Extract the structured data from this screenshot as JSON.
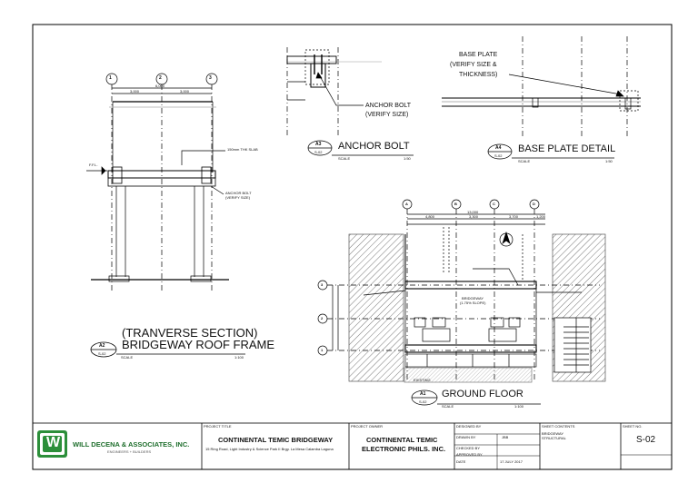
{
  "section_a2": {
    "title_line1": "(TRANVERSE SECTION)",
    "title_line2": "BRIDGEWAY ROOF FRAME",
    "tag": "A2",
    "sheet": "S-02",
    "scale_label": "SCALE",
    "scale": "1:100",
    "grid_labels": [
      "1",
      "2",
      "3"
    ],
    "dim_top": "6,000",
    "dim_left": "3,000",
    "dim_right": "3,000",
    "ffl_label": "F.F.L.",
    "slab_note": "150mm THK SLAB",
    "anchor_note_1": "ANCHOR BOLT",
    "anchor_note_2": "(VERIFY SIZE)"
  },
  "detail_a3": {
    "title": "ANCHOR BOLT",
    "tag": "A3",
    "sheet": "S-02",
    "scale_label": "SCALE",
    "scale": "1:50",
    "note_1": "ANCHOR BOLT",
    "note_2": "(VERIFY SIZE)"
  },
  "detail_a4": {
    "title": "BASE PLATE DETAIL",
    "tag": "A4",
    "sheet": "S-02",
    "scale_label": "SCALE",
    "scale": "1:50",
    "note_1": "BASE PLATE",
    "note_2": "(VERIFY SIZE &",
    "note_3": "THICKNESS)"
  },
  "plan_a1": {
    "title": "GROUND FLOOR",
    "tag": "A1",
    "sheet": "S-02",
    "scale_label": "SCALE",
    "scale": "1:100",
    "col_labels": [
      "A",
      "B",
      "C",
      "D"
    ],
    "row_labels": [
      "3",
      "2",
      "1"
    ],
    "dim_total": "13,000",
    "dims": [
      "4,800",
      "3,300",
      "3,700",
      "1,200"
    ],
    "label_bridgeway": "BRIDGEWAY",
    "label_slope": "(1.75% SLOPE)",
    "label_existing": "EXISTING"
  },
  "title_block": {
    "logo_letters": "W",
    "company_name": "WILL DECENA & ASSOCIATES, INC.",
    "company_tagline": "ENGINEERS + BUILDERS",
    "project_title_label": "PROJECT TITLE",
    "project_title": "CONTINENTAL TEMIC BRIDGEWAY",
    "project_address": "15 Ring Road, Light Industry & Science Park II Brgy. La Mesa Calamba Laguna",
    "owner_label": "PROJECT OWNER",
    "owner_line1": "CONTINENTAL TEMIC",
    "owner_line2": "ELECTRONIC PHILS. INC.",
    "designed_by_label": "DESIGNED BY",
    "drawn_by_label": "DRAWN BY",
    "drawn_by": "JBB",
    "checked_by_label": "CHECKED BY",
    "approved_by_label": "APPROVED BY",
    "date_label": "DATE",
    "date": "17 JULY 2017",
    "sheet_contents_label": "SHEET CONTENTS",
    "sheet_contents_1": "BRIDGEWAY",
    "sheet_contents_2": "STRUCTURAL",
    "sheet_no_label": "SHEET NO.",
    "sheet_no": "S-02"
  }
}
